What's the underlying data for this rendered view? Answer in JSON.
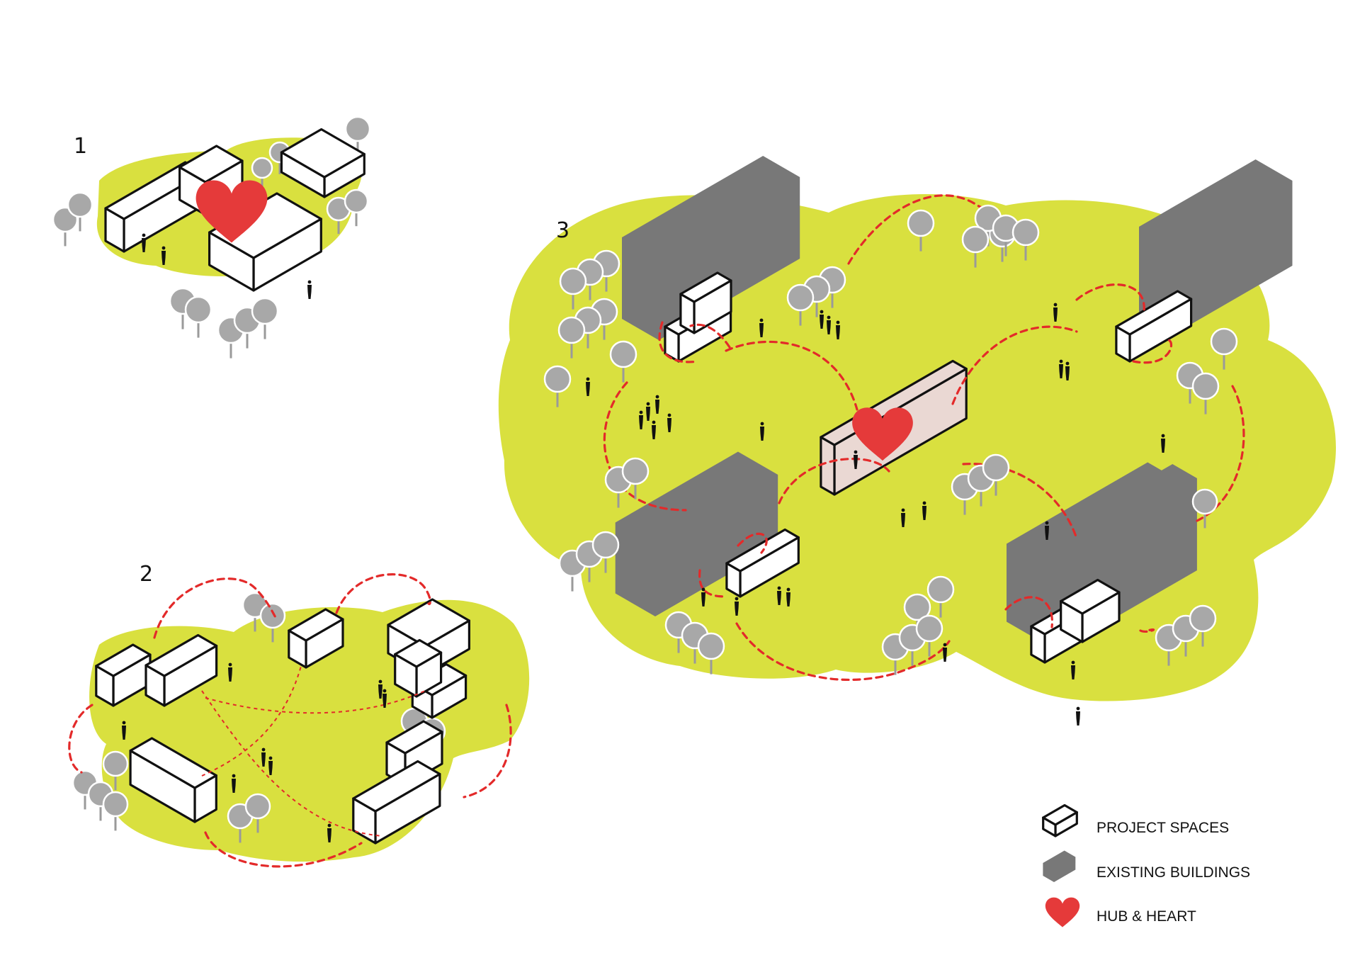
{
  "colors": {
    "ground": "#d9e03f",
    "project_space": "#ffffff",
    "hub_space": "#ead8d3",
    "existing_building": "#787878",
    "heart": "#e53a3a",
    "connection": "#e32a2a",
    "tree": "#a8a8a8"
  },
  "stages": [
    {
      "label": "1"
    },
    {
      "label": "2"
    },
    {
      "label": "3"
    }
  ],
  "legend": [
    {
      "icon": "project-space-icon",
      "label": "PROJECT SPACES"
    },
    {
      "icon": "existing-building-icon",
      "label": "EXISTING BUILDINGS"
    },
    {
      "icon": "heart-icon",
      "label": "HUB & HEART"
    }
  ]
}
